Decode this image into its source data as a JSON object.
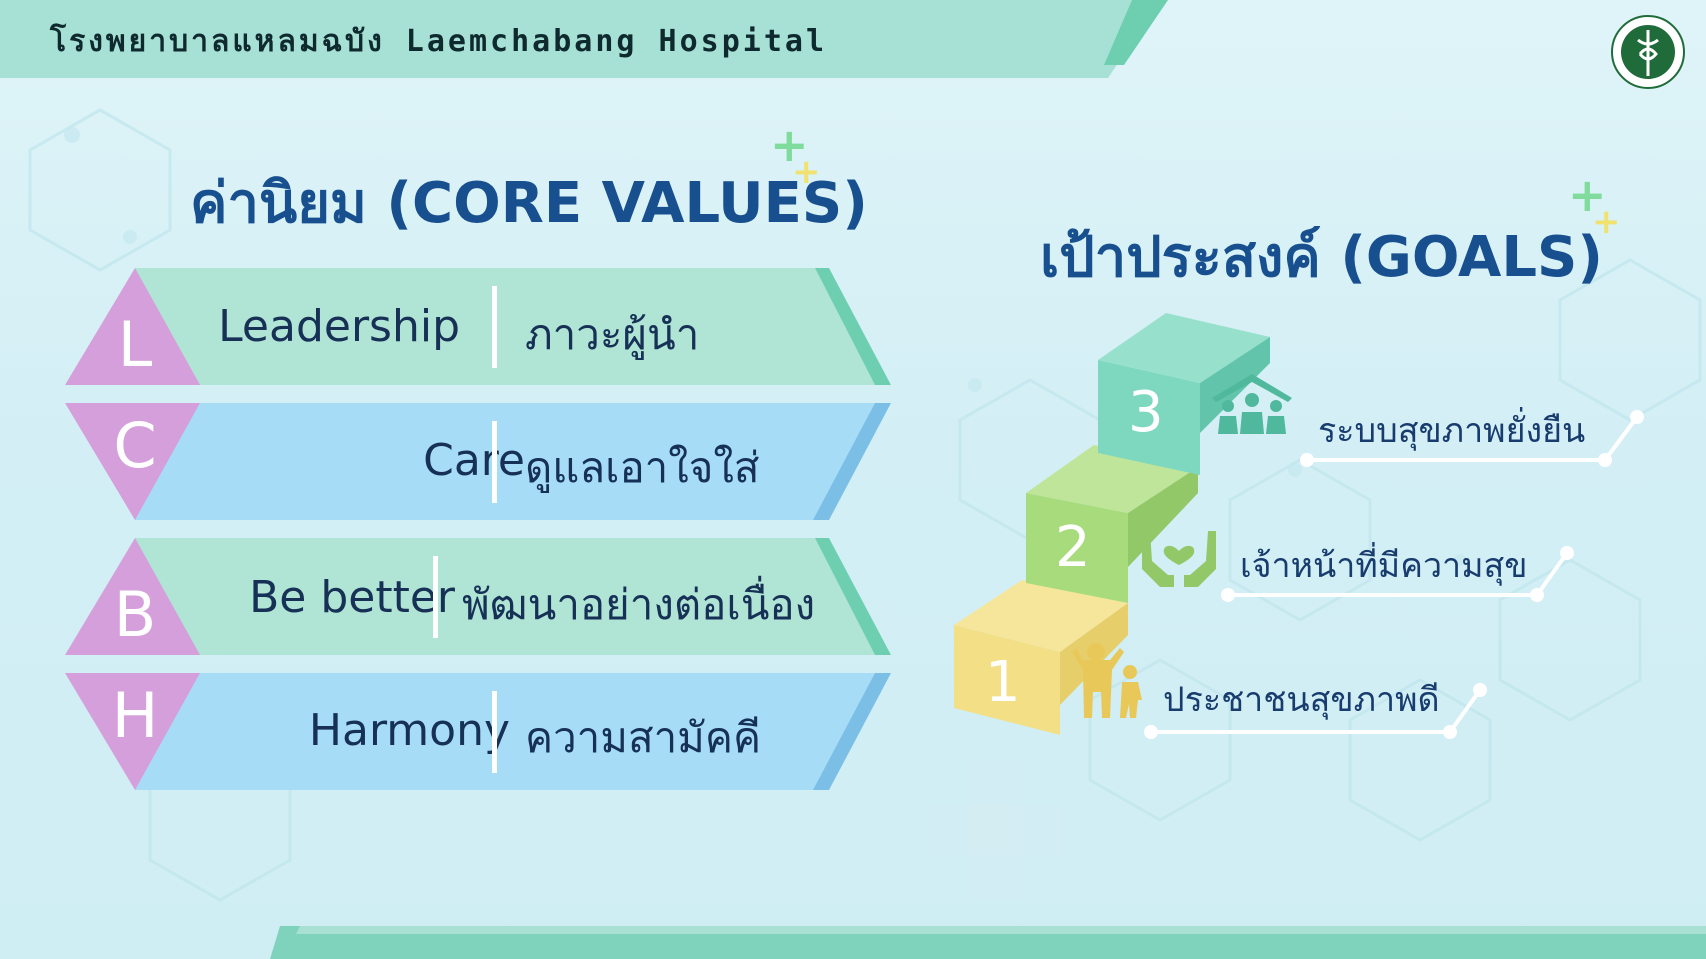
{
  "header": {
    "title": "โรงพยาบาลแหลมฉบัง Laemchabang Hospital",
    "logo_icon": "ministry-of-public-health-seal-icon"
  },
  "core_values": {
    "title": "ค่านิยม (CORE VALUES)",
    "items": [
      {
        "letter": "L",
        "english": "Leadership",
        "thai": "ภาวะผู้นำ",
        "color": "#b0e4d4"
      },
      {
        "letter": "C",
        "english": "Care",
        "thai": "ดูแลเอาใจใส่",
        "color": "#a6dcf6"
      },
      {
        "letter": "B",
        "english": "Be better",
        "thai": "พัฒนาอย่างต่อเนื่อง",
        "color": "#b0e4d4"
      },
      {
        "letter": "H",
        "english": "Harmony",
        "thai": "ความสามัคคี",
        "color": "#a6dcf6"
      }
    ],
    "letter_color": "#d59fdb"
  },
  "goals": {
    "title": "เป้าประสงค์ (GOALS)",
    "steps": [
      {
        "number": "1",
        "text": "ประชาชนสุขภาพดี",
        "icon": "family-icon",
        "color": "#f2df86"
      },
      {
        "number": "2",
        "text": "เจ้าหน้าที่มีความสุข",
        "icon": "caring-hands-heart-icon",
        "color": "#a8db7c"
      },
      {
        "number": "3",
        "text": "ระบบสุขภาพยั่งยืน",
        "icon": "community-house-icon",
        "color": "#7ed8c0"
      }
    ]
  },
  "colors": {
    "header": "#a7e0d5",
    "accent_green": "#6ecfb0",
    "plus_green": "#7fdc9c",
    "plus_yellow": "#f1e16f",
    "heading_blue": "#174f8f"
  }
}
